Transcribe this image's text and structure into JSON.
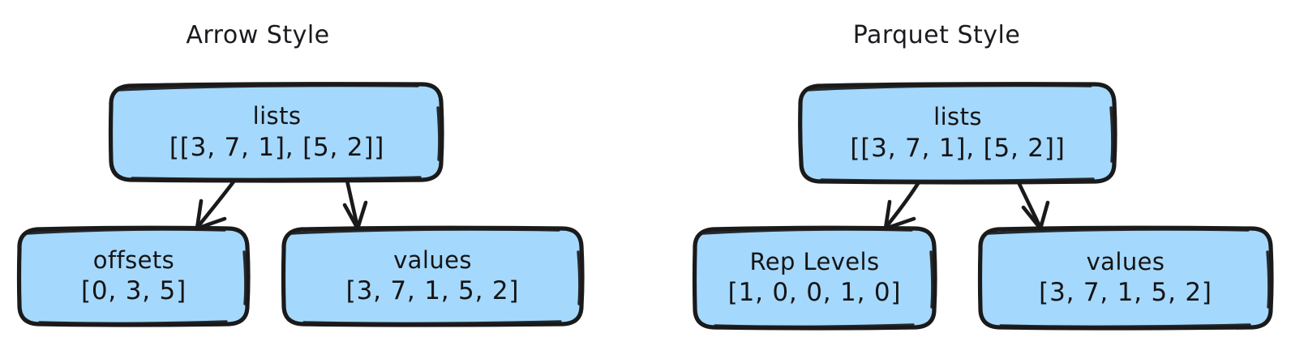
{
  "diagram": {
    "background": "#ffffff",
    "node_fill": "#a5d8fd",
    "node_stroke": "#1a1a1a",
    "text_color": "#141414",
    "panels": [
      {
        "id": "arrow-style",
        "title": "Arrow Style",
        "root": {
          "name": "lists",
          "value": "[[3, 7, 1], [5, 2]]"
        },
        "children": [
          {
            "name": "offsets",
            "value": "[0, 3, 5]"
          },
          {
            "name": "values",
            "value": "[3, 7, 1, 5, 2]"
          }
        ]
      },
      {
        "id": "parquet-style",
        "title": "Parquet Style",
        "root": {
          "name": "lists",
          "value": "[[3, 7, 1], [5, 2]]"
        },
        "children": [
          {
            "name": "Rep Levels",
            "value": "[1, 0, 0, 1, 0]"
          },
          {
            "name": "values",
            "value": "[3, 7, 1, 5, 2]"
          }
        ]
      }
    ]
  }
}
